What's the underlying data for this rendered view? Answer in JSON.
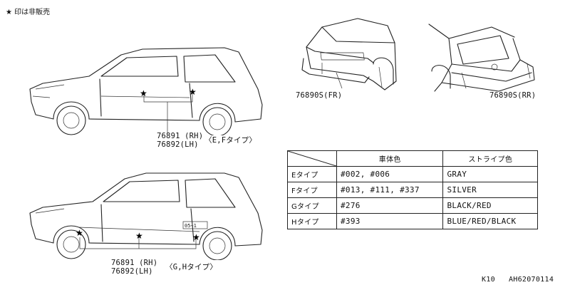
{
  "note": "★ 印は非販売",
  "upper_callout": {
    "rh": "76891 (RH)",
    "lh": "76892(LH)",
    "variant": "〈E,Fタイプ〉"
  },
  "lower_callout": {
    "rh": "76891 (RH)",
    "lh": "76892(LH)",
    "variant": "〈G,Hタイプ〉"
  },
  "front_callout": "76890S(FR)",
  "rear_callout": "76890S(RR)",
  "door_badge": "05∼1",
  "table": {
    "headers": [
      "車体色",
      "ストライプ色"
    ],
    "rows": [
      {
        "type": "Eタイプ",
        "body": "#002, #006",
        "stripe": "GRAY"
      },
      {
        "type": "Fタイプ",
        "body": "#013, #111, #337",
        "stripe": "SILVER"
      },
      {
        "type": "Gタイプ",
        "body": "#276",
        "stripe": "BLACK/RED"
      },
      {
        "type": "Hタイプ",
        "body": "#393",
        "stripe": "BLUE/RED/BLACK"
      }
    ]
  },
  "footer": {
    "page": "K10",
    "code": "AH62070114"
  }
}
